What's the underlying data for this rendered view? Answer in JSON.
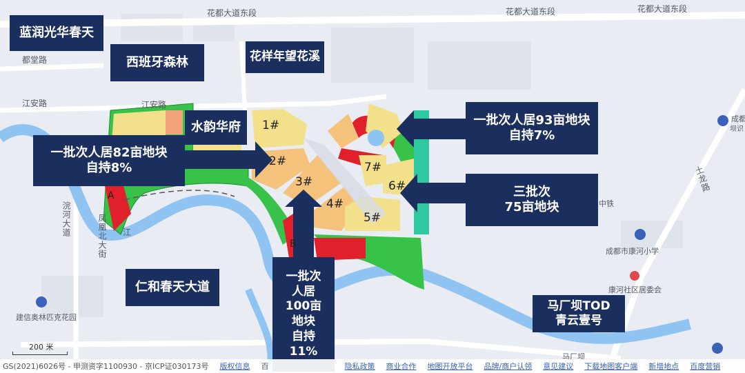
{
  "roads": {
    "huadu_1": "花都大道东段",
    "huadu_2": "花都大道东段",
    "huadu_3": "花都大道东段",
    "dutang": "都堂路",
    "jiangan": "江安路",
    "jiangan_2": "江安路",
    "wanghe": "浣河大道",
    "fenghuang": "凤凰北大街",
    "tulong": "土龙路",
    "jiang_char": "江"
  },
  "pois": {
    "jianxin": "建信奥林匹克花园",
    "chengdu_kanghe_school": "成都市康河小学",
    "kanghe_committee": "康河社区居委会",
    "cheng_right": "成都",
    "zhongtie": "中铁",
    "makuangba": "马厂坝",
    "poi_right_top": "坝识"
  },
  "labels": {
    "lanrun": "蓝润光华春天",
    "xibanya": "西班牙森林",
    "huayang": "花样年望花溪",
    "shuiyun": "水韵华府",
    "plot82_line1": "一批次人居82亩地块",
    "plot82_line2": "自持8%",
    "plot93_line1": "一批次人居93亩地块",
    "plot93_line2": "自持7%",
    "plot75_line1": "三批次",
    "plot75_line2": "75亩地块",
    "renhe": "仁和春天大道",
    "plot100_l1": "一批次",
    "plot100_l2": "人居",
    "plot100_l3": "100亩",
    "plot100_l4": "地块",
    "plot100_l5": "自持",
    "plot100_l6": "11%",
    "makuangba_tod_l1": "马厂坝TOD",
    "makuangba_tod_l2": "青云壹号"
  },
  "plots": {
    "p1": "1#",
    "p2": "2#",
    "p3": "3#",
    "p4": "4#",
    "p5": "5#",
    "p6": "6#",
    "p7": "7#",
    "a": "A",
    "b": "B"
  },
  "scale": {
    "label": "200 米"
  },
  "footer": {
    "gs": "GS(2021)6026号 - 甲测资字1100930 - 京ICP证030173号",
    "copyright": "版权信息",
    "bai": "百",
    "privacy": "隐私政策",
    "business": "商业合作",
    "open": "地图开放平台",
    "brand": "品牌/商户认领",
    "feedback": "意见建议",
    "download": "下载地图客户端",
    "newplace": "新增地点",
    "marketing": "百度营销"
  },
  "colors": {
    "label_bg": "#1b2f5e",
    "green": "#39c24a",
    "yellow": "#f2e08a",
    "orange": "#f4c27a",
    "red": "#e0202a",
    "water": "#8fc4f2",
    "teal": "#2ec9a0"
  }
}
